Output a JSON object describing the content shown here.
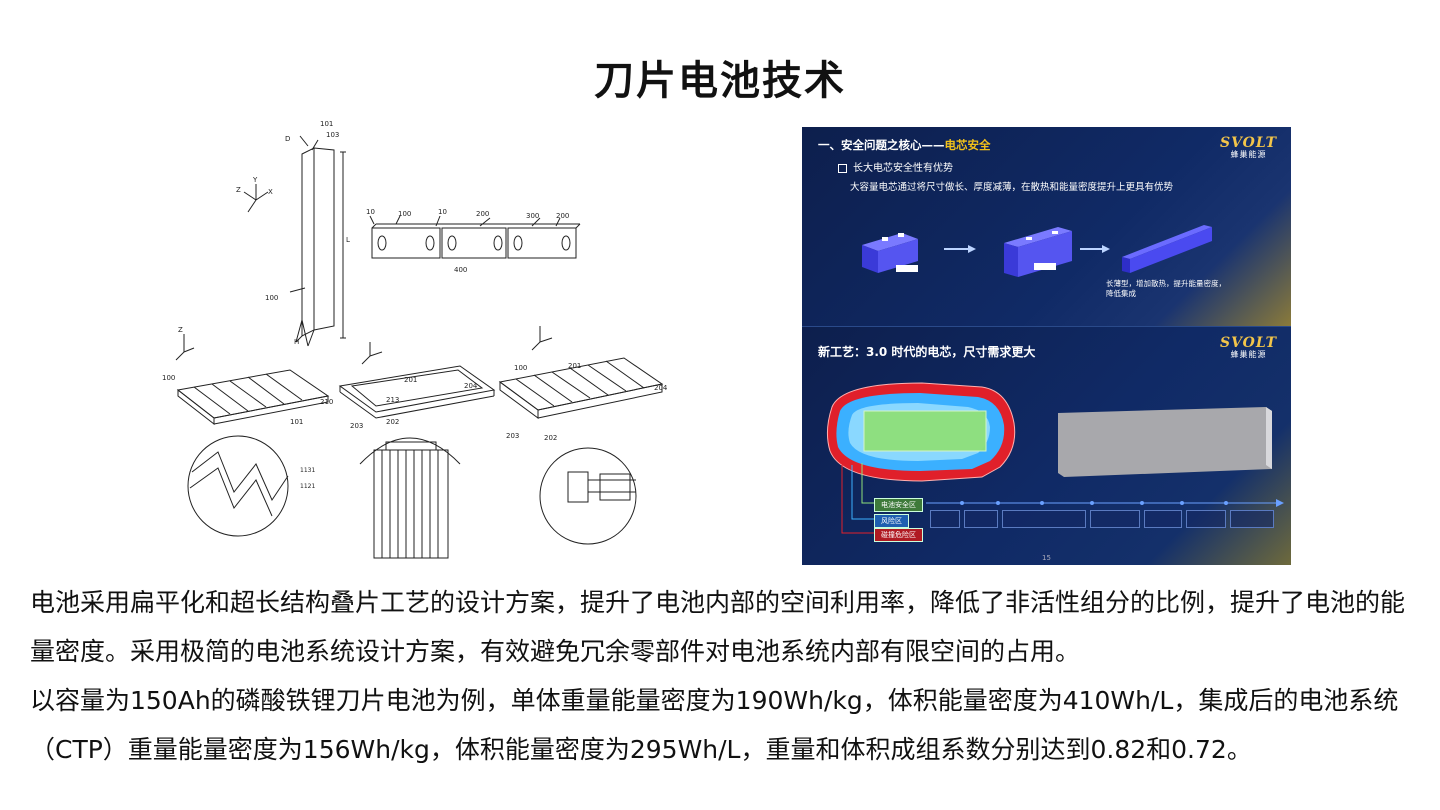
{
  "title": "刀片电池技术",
  "slide1": {
    "heading_prefix": "一、安全问题之核心——",
    "heading_highlight": "电芯安全",
    "bullet": "长大电芯安全性有优势",
    "description": "大容量电芯通过将尺寸做长、厚度减薄，在散热和能量密度提升上更具有优势",
    "note_line1": "长薄型，增加散热，提升能量密度，",
    "note_line2": "降低集成",
    "logo_brand": "SVOLT",
    "logo_sub": "蜂巢能源"
  },
  "slide2": {
    "heading": "新工艺：3.0 时代的电芯，尺寸需求更大",
    "logo_brand": "SVOLT",
    "logo_sub": "蜂巢能源",
    "legend": [
      "电池安全区",
      "风险区",
      "碰撞危险区"
    ],
    "page_number": "15"
  },
  "patent_labels": [
    "101",
    "103",
    "100",
    "100",
    "101",
    "210",
    "201",
    "213",
    "204",
    "203",
    "202",
    "100",
    "201",
    "204",
    "203",
    "202"
  ],
  "paragraphs": [
    "电池采用扁平化和超长结构叠片工艺的设计方案，提升了电池内部的空间利用率，降低了非活性组分的比例，提升了电池的能量密度。采用极简的电池系统设计方案，有效避免冗余零部件对电池系统内部有限空间的占用。",
    "以容量为150Ah的磷酸铁锂刀片电池为例，单体重量能量密度为190Wh/kg，体积能量密度为410Wh/L，集成后的电池系统（CTP）重量能量密度为156Wh/kg，体积能量密度为295Wh/L，重量和体积成组系数分别达到0.82和0.72。"
  ],
  "colors": {
    "slide_bg": "#102a66",
    "highlight": "#f2c21a",
    "car_red": "#e0202a",
    "safe_green": "#8fe07a"
  }
}
